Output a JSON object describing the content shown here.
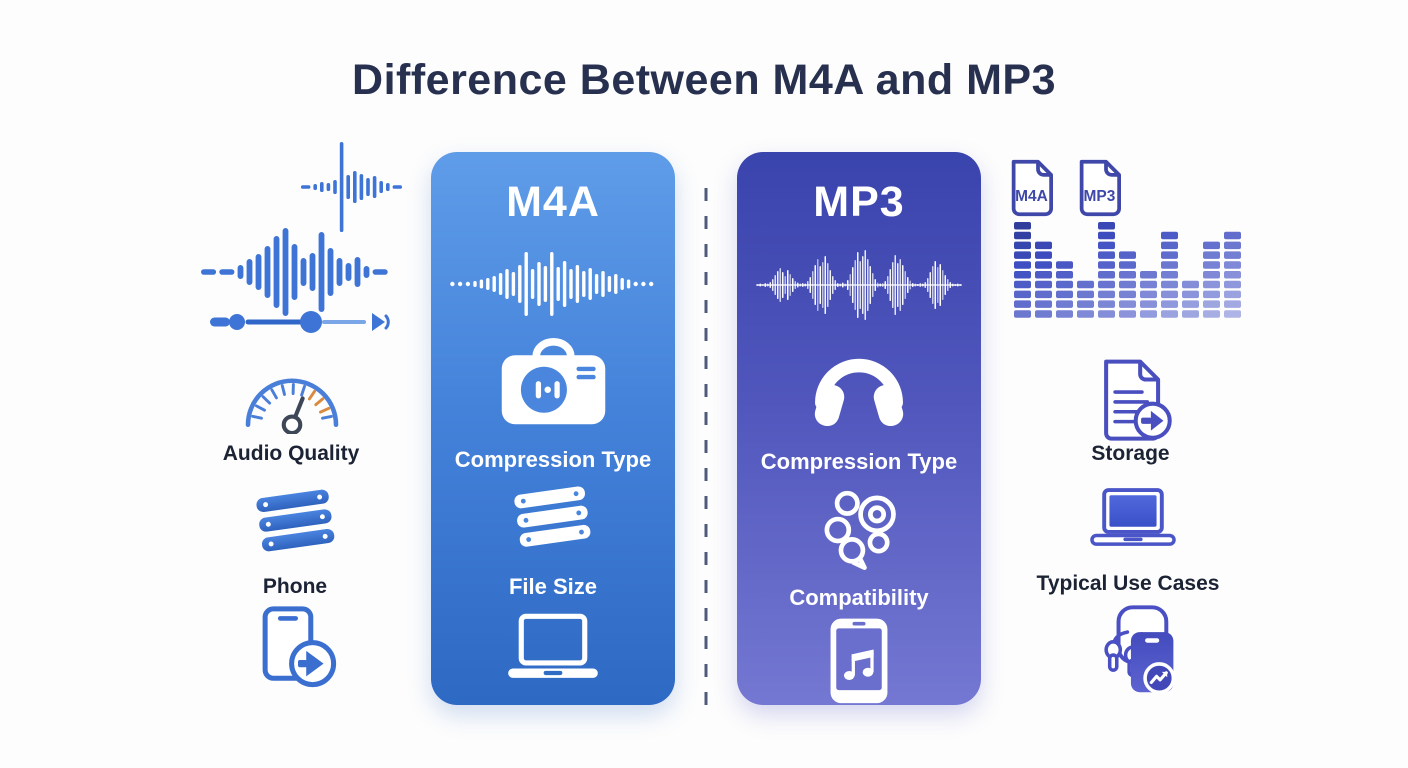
{
  "title": "Difference Between M4A and MP3",
  "left_panel": {
    "audio_quality_label": "Audio Quality",
    "phone_label": "Phone"
  },
  "cards": {
    "m4a": {
      "title": "M4A",
      "row1_label": "Compression Type",
      "row2_label": "File Size"
    },
    "mp3": {
      "title": "MP3",
      "row1_label": "Compression Type",
      "row2_label": "Compatibility"
    }
  },
  "right_panel": {
    "file_badges": [
      "M4A",
      "MP3"
    ],
    "storage_label": "Storage",
    "use_cases_label": "Typical Use Cases"
  },
  "icons": {
    "left": [
      "mini-waveform",
      "waveform-bars",
      "audio-player-slider",
      "speedometer",
      "server-stack",
      "phone-share"
    ],
    "m4a_card": [
      "waveform",
      "camera",
      "server-stack",
      "laptop"
    ],
    "mp3_card": [
      "audio-wave",
      "headphones",
      "molecule-bubbles",
      "music-phone"
    ],
    "right": [
      "file-badge-m4a",
      "file-badge-mp3",
      "equalizer-bars",
      "document-export",
      "laptop-screen",
      "phone-earbuds"
    ]
  },
  "colors": {
    "background": "#fdfdfd",
    "title_text": "#27304e",
    "label_text": "#1b2334",
    "m4a_card_top": "#5f9ce8",
    "m4a_card_bottom": "#2e69c4",
    "mp3_card_top": "#3a44ad",
    "mp3_card_bottom": "#7478d2",
    "left_icon_blue": "#3e74d6",
    "right_icon_indigo": "#424bb4",
    "gauge_orange": "#d98a3f",
    "divider": "#4d5a7c",
    "icon_white": "#ffffff"
  },
  "graphics": {
    "topleft_wave": {
      "items": [
        "-",
        6,
        10,
        8,
        14,
        "F",
        24,
        32,
        26,
        18,
        22,
        12,
        8,
        "-"
      ],
      "bw": 3.6,
      "gap": 3,
      "H": 90,
      "color": "#3e74d6"
    },
    "left_wave": {
      "items": [
        "-",
        "-",
        14,
        26,
        36,
        52,
        72,
        88,
        56,
        28,
        38,
        80,
        48,
        28,
        18,
        30,
        12,
        "-"
      ],
      "bw": 5.8,
      "gap": 3.2,
      "H": 92,
      "color": "#3e74d6"
    },
    "m4a_wave": {
      "items": [
        "d",
        "d",
        "d",
        6,
        9,
        12,
        16,
        22,
        30,
        24,
        38,
        "F",
        30,
        44,
        36,
        "F",
        34,
        46,
        30,
        38,
        26,
        32,
        20,
        26,
        16,
        20,
        12,
        9,
        "d",
        "d",
        "d"
      ],
      "bw": 3.4,
      "gap": 3,
      "H": 64,
      "color": "#ffffff"
    },
    "mp3_wave": {
      "items": [
        2,
        3,
        2,
        4,
        3,
        6,
        12,
        20,
        28,
        34,
        26,
        18,
        30,
        22,
        14,
        8,
        5,
        3,
        4,
        3,
        8,
        16,
        28,
        40,
        52,
        38,
        46,
        58,
        44,
        30,
        18,
        10,
        4,
        3,
        5,
        3,
        10,
        22,
        36,
        50,
        66,
        48,
        58,
        70,
        52,
        38,
        24,
        12,
        5,
        3,
        4,
        8,
        18,
        32,
        46,
        60,
        44,
        52,
        40,
        28,
        16,
        9,
        4,
        3,
        2,
        4,
        3,
        6,
        14,
        26,
        38,
        48,
        36,
        42,
        30,
        20,
        12,
        6,
        3,
        2,
        3,
        2
      ],
      "bw": 1.5,
      "gap": 1,
      "H": 70,
      "color": "#ffffff",
      "fade": true,
      "centerline": true
    },
    "equalizer": {
      "columns": [
        10,
        8,
        6,
        4,
        10,
        7,
        5,
        9,
        4,
        8,
        9
      ],
      "rows": 10,
      "cw": 17,
      "gap": 4,
      "sh": 7.5,
      "sg": 2.3
    }
  }
}
